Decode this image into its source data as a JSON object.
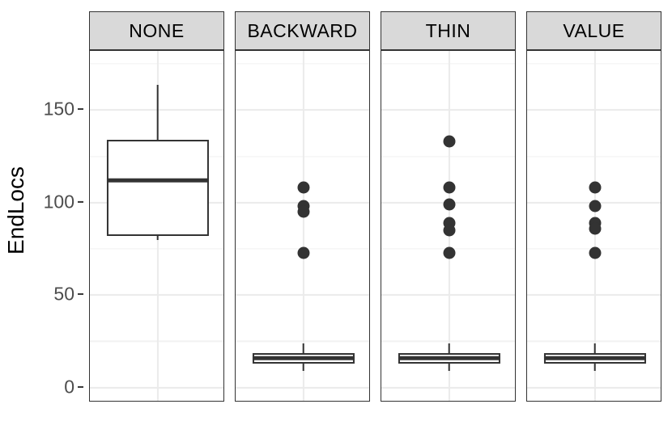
{
  "chart_data": {
    "type": "boxplot",
    "title": "",
    "xlabel": "",
    "ylabel": "EndLocs",
    "ylim": [
      -8,
      182
    ],
    "y_ticks": [
      0,
      50,
      100,
      150
    ],
    "y_tick_labels": [
      "0",
      "50",
      "100",
      "150"
    ],
    "y_minor_ticks": [
      25,
      75,
      125,
      175
    ],
    "grid": true,
    "legend": "none",
    "facet_labels": [
      "NONE",
      "BACKWARD",
      "THIN",
      "VALUE"
    ],
    "series": [
      {
        "name": "NONE",
        "whisker_low": 80,
        "q1": 82,
        "median": 112,
        "q3": 134,
        "whisker_high": 163.5,
        "outliers": []
      },
      {
        "name": "BACKWARD",
        "whisker_low": 9,
        "q1": 13,
        "median": 16,
        "q3": 18.5,
        "whisker_high": 24,
        "outliers": [
          108,
          98,
          95,
          73
        ]
      },
      {
        "name": "THIN",
        "whisker_low": 9,
        "q1": 13,
        "median": 16,
        "q3": 18.5,
        "whisker_high": 24,
        "outliers": [
          133,
          108,
          99,
          89,
          85,
          73
        ]
      },
      {
        "name": "VALUE",
        "whisker_low": 9,
        "q1": 13,
        "median": 16,
        "q3": 18.5,
        "whisker_high": 24,
        "outliers": [
          108,
          98,
          89,
          86,
          73
        ]
      }
    ],
    "colors": {
      "line": "#333333",
      "fill": "#ffffff",
      "strip_background": "#d9d9d9",
      "panel_background": "#ffffff",
      "grid_major": "#ebebeb",
      "grid_minor": "#f2f2f2",
      "tick_label": "#4d4d4d",
      "axis_title": "#000000",
      "plot_background": "#ffffff"
    }
  },
  "axis": {
    "y_title": "EndLocs",
    "tick_labels": [
      "150",
      "100",
      "50",
      "0"
    ]
  },
  "facets": [
    {
      "label": "NONE"
    },
    {
      "label": "BACKWARD"
    },
    {
      "label": "THIN"
    },
    {
      "label": "VALUE"
    }
  ]
}
